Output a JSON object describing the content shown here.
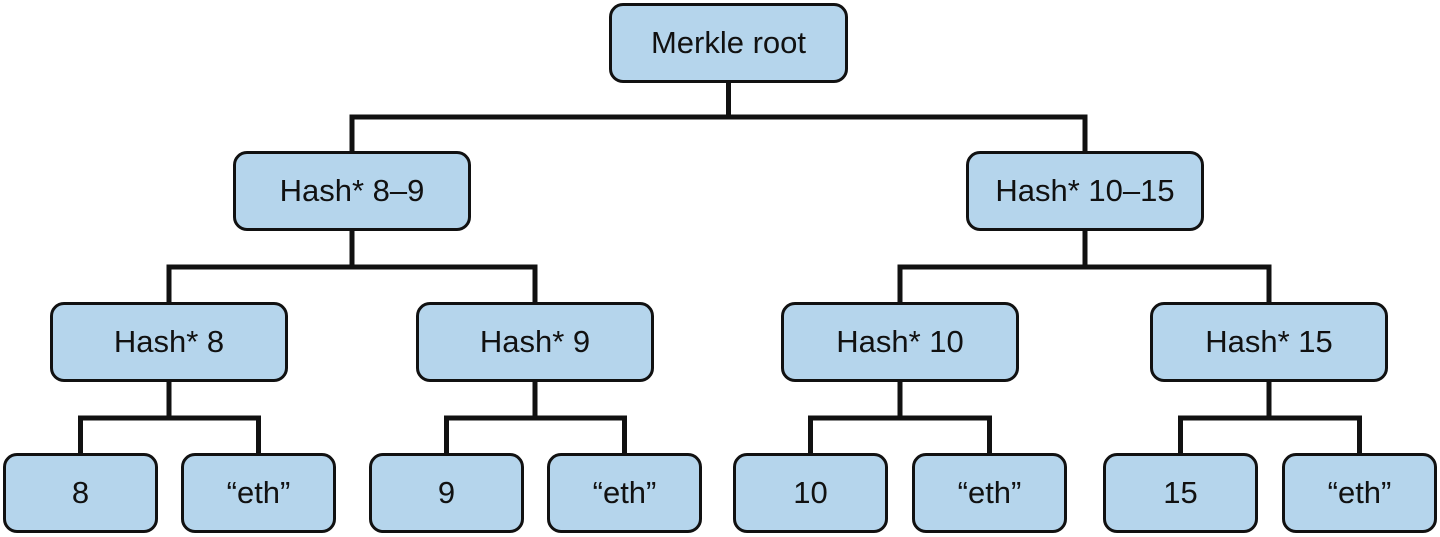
{
  "colors": {
    "node_fill": "#b5d5ec",
    "stroke": "#111111",
    "background": "#ffffff"
  },
  "tree": {
    "root": {
      "label": "Merkle root"
    },
    "level1": [
      {
        "label": "Hash* 8–9"
      },
      {
        "label": "Hash* 10–15"
      }
    ],
    "level2": [
      {
        "label": "Hash* 8"
      },
      {
        "label": "Hash* 9"
      },
      {
        "label": "Hash* 10"
      },
      {
        "label": "Hash* 15"
      }
    ],
    "leaves": [
      {
        "label": "8"
      },
      {
        "label": "“eth”"
      },
      {
        "label": "9"
      },
      {
        "label": "“eth”"
      },
      {
        "label": "10"
      },
      {
        "label": "“eth”"
      },
      {
        "label": "15"
      },
      {
        "label": "“eth”"
      }
    ]
  }
}
